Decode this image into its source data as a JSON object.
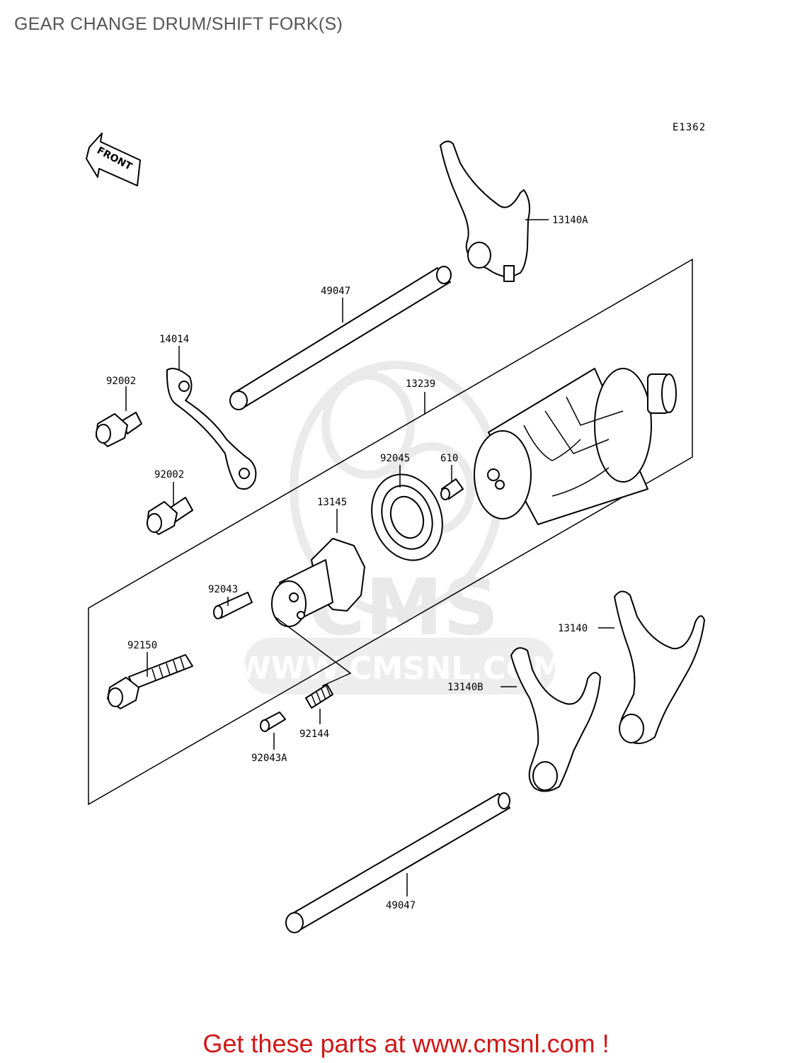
{
  "title": "GEAR CHANGE DRUM/SHIFT FORK(S)",
  "diagram_code": "E1362",
  "front_marker": "FRONT",
  "watermark": {
    "brand": "CMS",
    "url": "WWW.CMSNL.COM"
  },
  "parts": [
    {
      "id": "p1",
      "number": "13140A"
    },
    {
      "id": "p2",
      "number": "49047"
    },
    {
      "id": "p3",
      "number": "14014"
    },
    {
      "id": "p4",
      "number": "92002"
    },
    {
      "id": "p5",
      "number": "13239"
    },
    {
      "id": "p6",
      "number": "92002"
    },
    {
      "id": "p7",
      "number": "92045"
    },
    {
      "id": "p8",
      "number": "610"
    },
    {
      "id": "p9",
      "number": "13145"
    },
    {
      "id": "p10",
      "number": "92043"
    },
    {
      "id": "p11",
      "number": "13140"
    },
    {
      "id": "p12",
      "number": "92150"
    },
    {
      "id": "p13",
      "number": "13140B"
    },
    {
      "id": "p14",
      "number": "92144"
    },
    {
      "id": "p15",
      "number": "92043A"
    },
    {
      "id": "p16",
      "number": "49047"
    }
  ],
  "footer": "Get these parts at www.cmsnl.com !"
}
